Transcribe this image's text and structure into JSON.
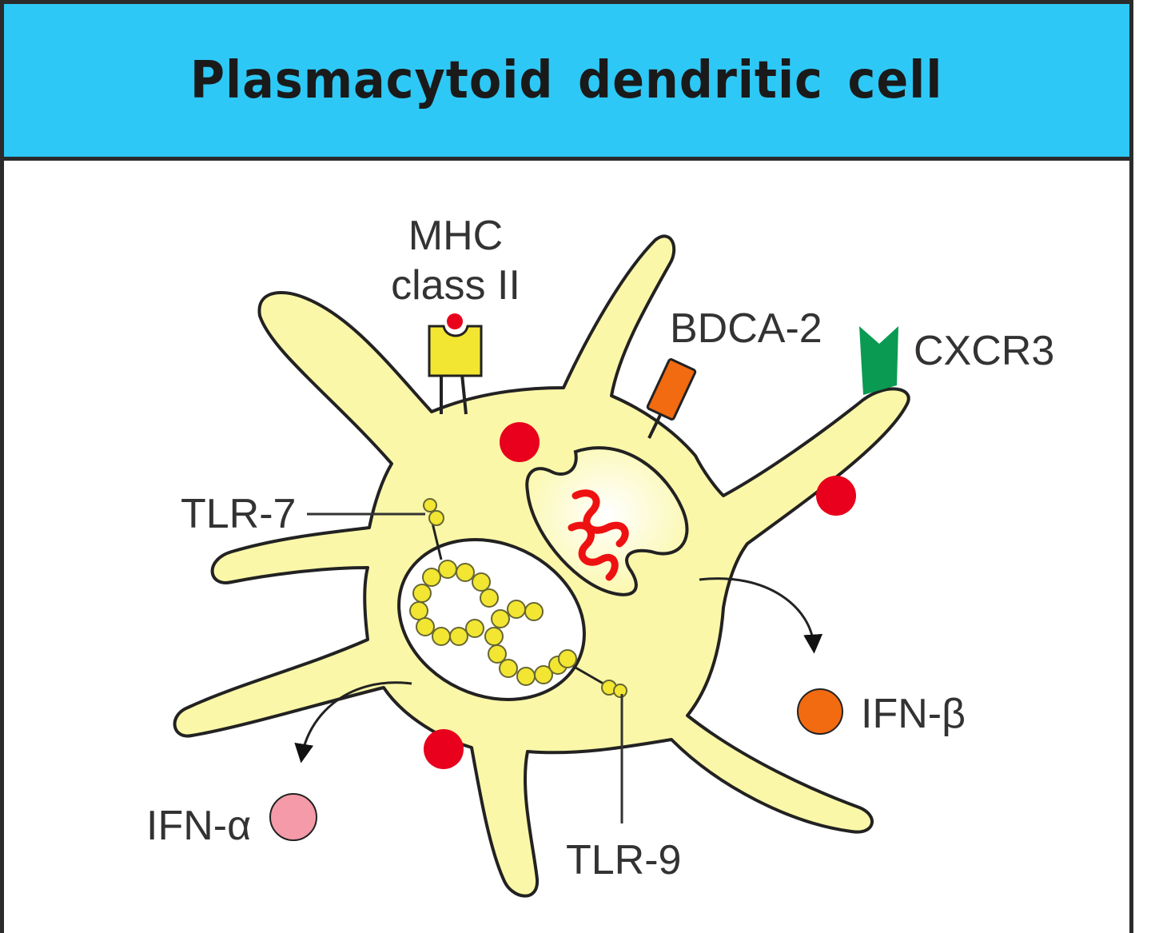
{
  "title": "Plasmacytoid dendritic cell",
  "labels": {
    "mhc_line1": "MHC",
    "mhc_line2": "class II",
    "bdca2": "BDCA-2",
    "cxcr3": "CXCR3",
    "tlr7": "TLR-7",
    "tlr9": "TLR-9",
    "ifn_beta": "IFN-β",
    "ifn_alpha": "IFN-α"
  },
  "colors": {
    "header": "#2ec8f6",
    "cell": "#fbf7a8",
    "outline": "#222222",
    "mhc": "#f3e632",
    "bdca2": "#f26b10",
    "cxcr3": "#0a9a52",
    "granule": "#e8001c",
    "dna": "#ee1111",
    "ifn_beta": "#f26b10",
    "ifn_alpha": "#f59aa8"
  }
}
